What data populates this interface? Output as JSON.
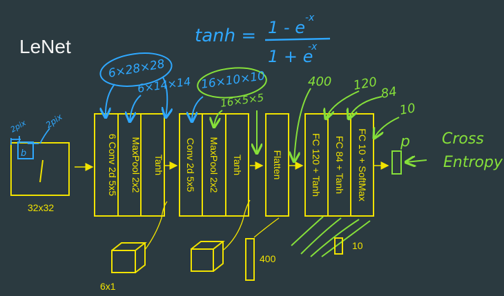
{
  "title": "LeNet",
  "formula": {
    "lhs": "tanh =",
    "numerator": "1 - e",
    "numerator_exp": "-x",
    "denominator": "1 + e",
    "denominator_exp": "-x"
  },
  "input": {
    "size_label": "32x32",
    "notes": [
      "2pix",
      "2pix"
    ]
  },
  "block1": {
    "layers": [
      "6 Conv 2d 5x5",
      "MaxPool 2x2",
      "Tanh"
    ],
    "shape_notes": [
      "6×28×28",
      "6×14×14"
    ],
    "cube_label": "6x1"
  },
  "block2": {
    "layers": [
      "Conv 2d 5x5",
      "MaxPool 2x2",
      "Tanh"
    ],
    "shape_notes": [
      "16×10×10",
      "16×5×5"
    ]
  },
  "flatten": {
    "label": "Flatten",
    "bar_label": "400"
  },
  "fc_block": {
    "layers": [
      "FC 120 + Tanh",
      "FC 84 + Tanh",
      "FC 10 + SoftMax"
    ],
    "size_notes": [
      "400",
      "120",
      "84",
      "10"
    ],
    "bar_label": "10"
  },
  "output": {
    "p_label": "p",
    "loss_label_line1": "Cross",
    "loss_label_line2": "Entropy"
  },
  "colors": {
    "background": "#2b3a40",
    "diagram": "#f2e300",
    "blue_notes": "#2fa8ff",
    "green_notes": "#86e03a",
    "title": "#f4f4f4"
  }
}
